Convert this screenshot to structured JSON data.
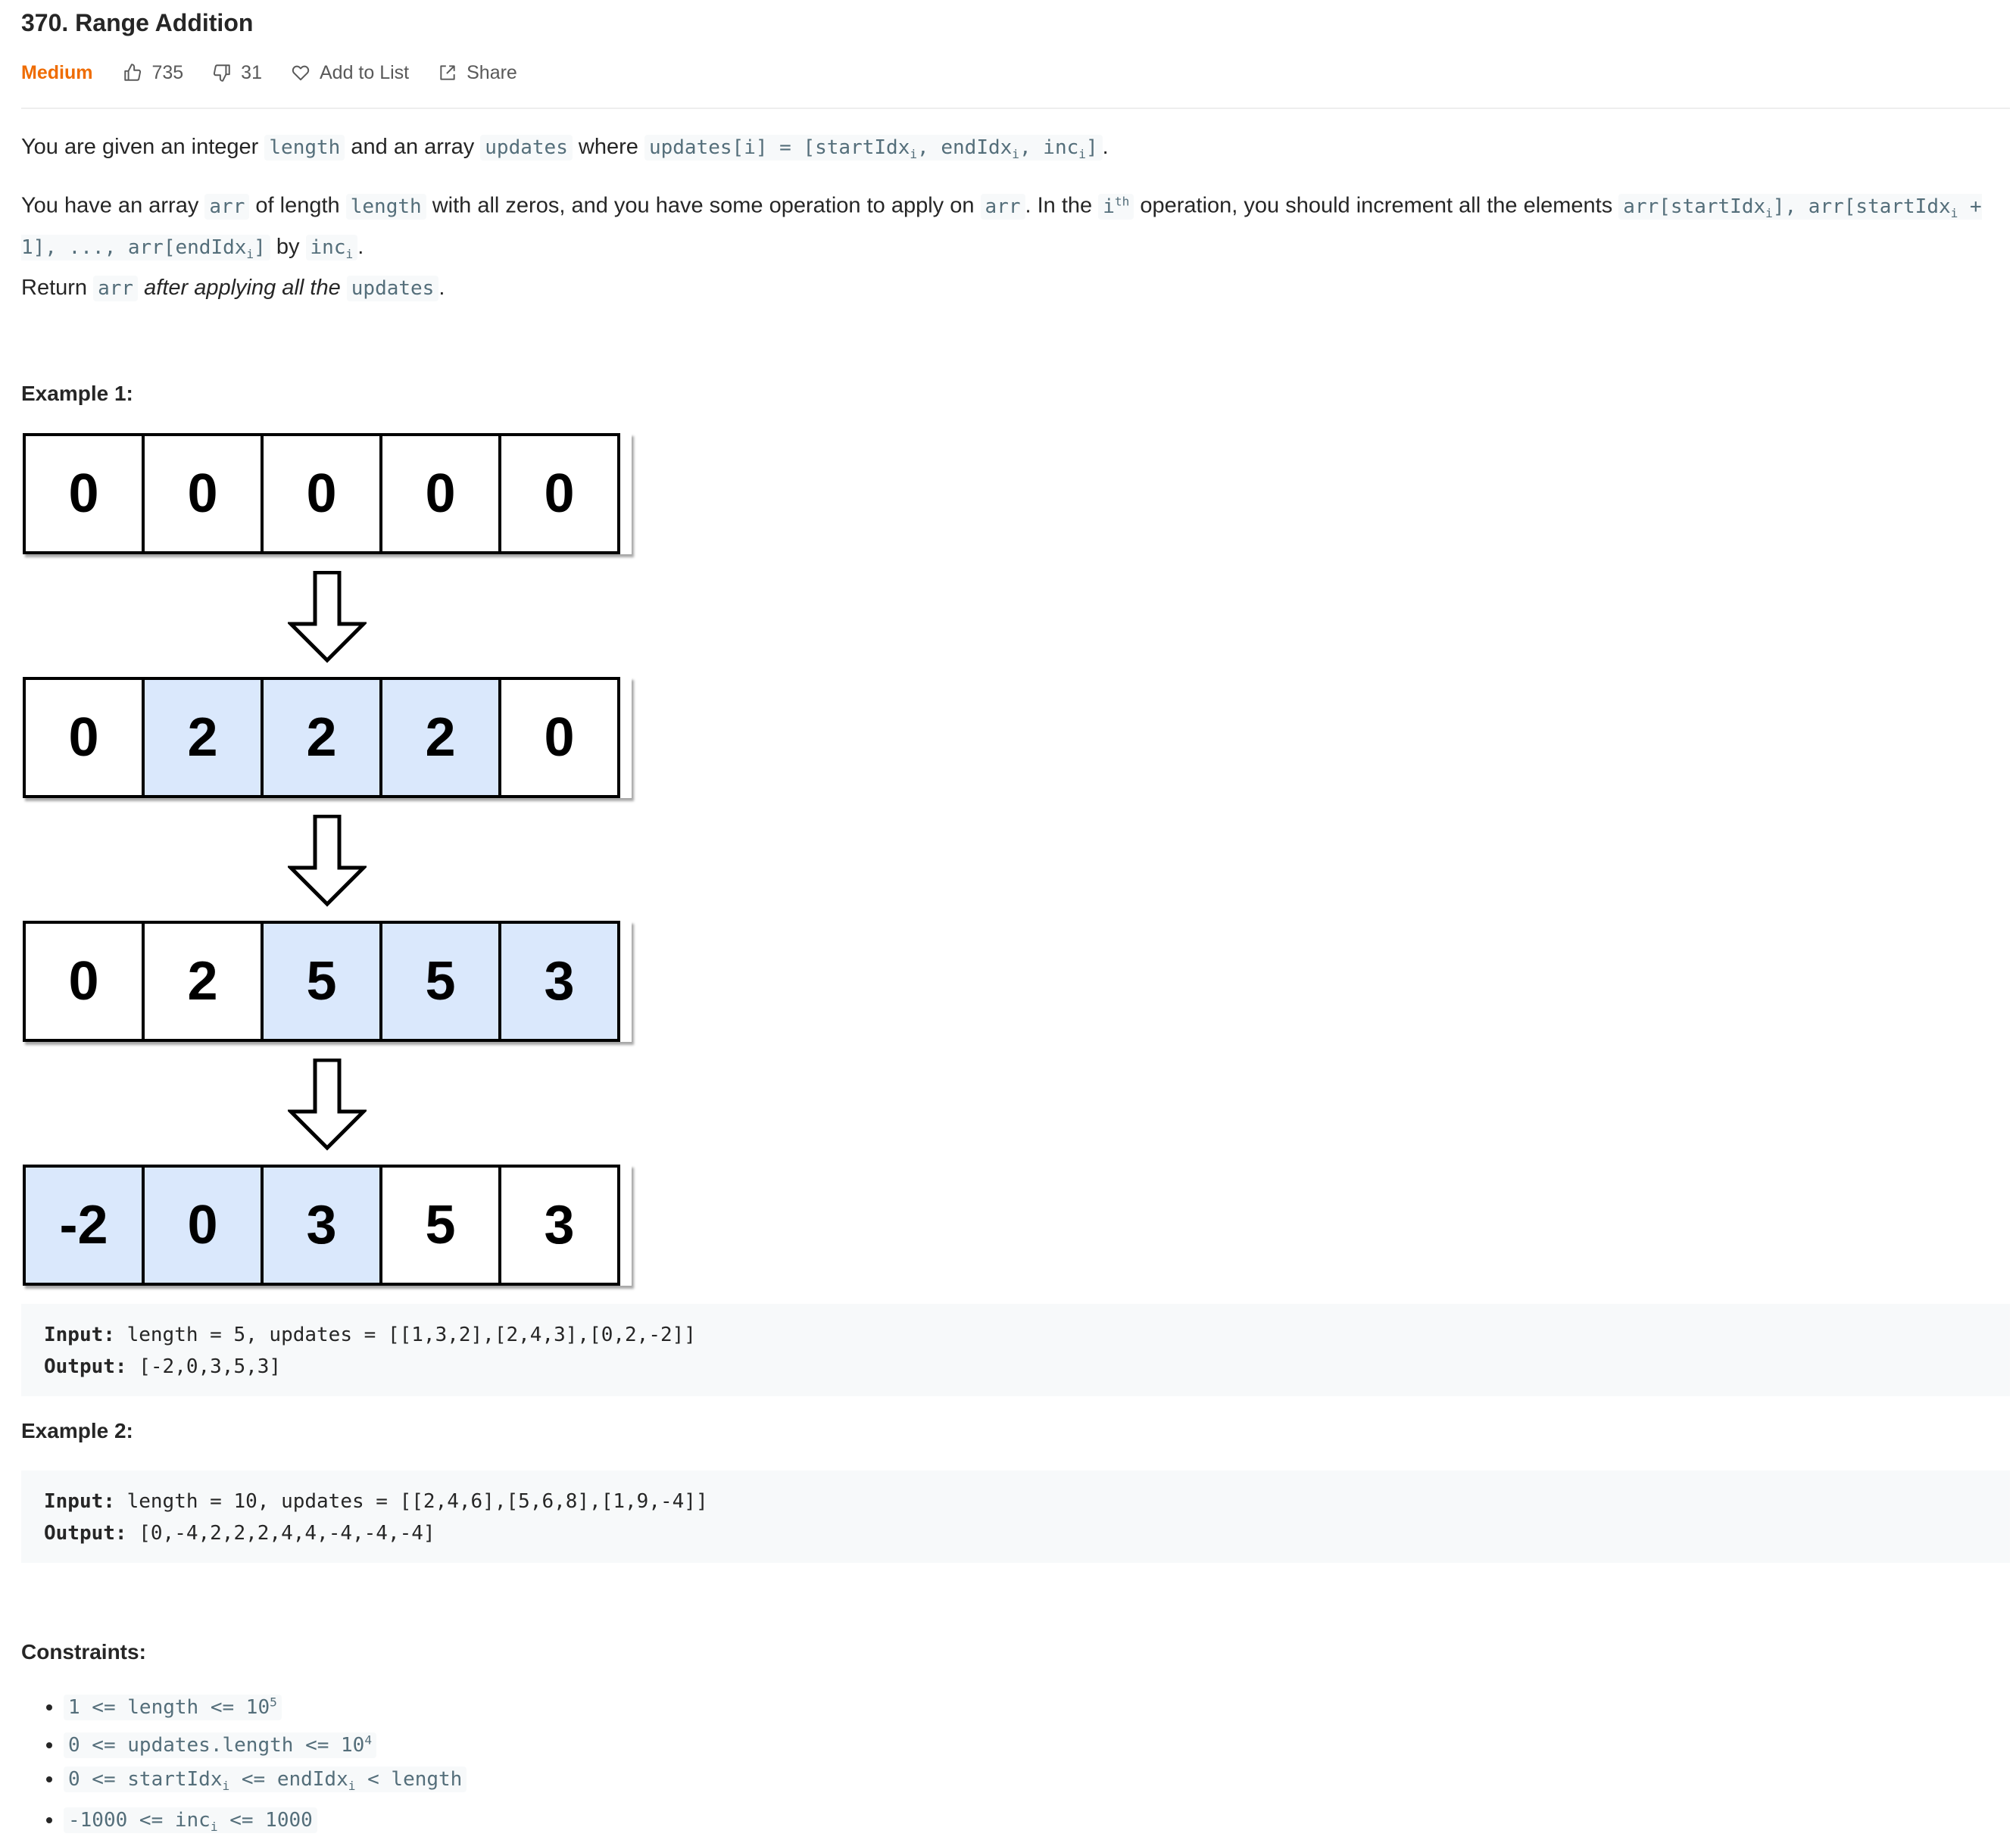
{
  "problem": {
    "title": "370. Range Addition",
    "difficulty": "Medium",
    "likes": "735",
    "dislikes": "31",
    "add_to_list": "Add to List",
    "share": "Share"
  },
  "description": {
    "p1": {
      "t1": "You are given an integer ",
      "c1": "length",
      "t2": " and an array ",
      "c2": "updates",
      "t3": " where ",
      "c3a": "updates[i] = [startIdx",
      "c3b": ", endIdx",
      "c3c": ", inc",
      "c3d": "]",
      "sub": "i",
      "t4": "."
    },
    "p2": {
      "t1": "You have an array ",
      "c1": "arr",
      "t2": " of length ",
      "c2": "length",
      "t3": " with all zeros, and you have some operation to apply on ",
      "c3": "arr",
      "t4": ". In the ",
      "c4": "i",
      "sup": "th",
      "t5": " operation, you should increment all the elements ",
      "c5a": "arr[startIdx",
      "c5b": "], arr[startIdx",
      "c5c": " + 1], ..., arr[endIdx",
      "c5d": "]",
      "t6": " by ",
      "c6": "inc",
      "t7": "."
    },
    "p3": {
      "t1": "Return ",
      "c1": "arr",
      "em": "after applying all the",
      "c2": "updates",
      "t2": "."
    }
  },
  "example1": {
    "heading": "Example 1:",
    "diagram_rows": [
      {
        "cells": [
          "0",
          "0",
          "0",
          "0",
          "0"
        ],
        "highlight": [
          false,
          false,
          false,
          false,
          false
        ]
      },
      {
        "cells": [
          "0",
          "2",
          "2",
          "2",
          "0"
        ],
        "highlight": [
          false,
          true,
          true,
          true,
          false
        ]
      },
      {
        "cells": [
          "0",
          "2",
          "5",
          "5",
          "3"
        ],
        "highlight": [
          false,
          false,
          true,
          true,
          true
        ]
      },
      {
        "cells": [
          "-2",
          "0",
          "3",
          "5",
          "3"
        ],
        "highlight": [
          true,
          true,
          true,
          false,
          false
        ]
      }
    ],
    "highlight_color": "#dae8fc",
    "input_label": "Input:",
    "input": "length = 5, updates = [[1,3,2],[2,4,3],[0,2,-2]]",
    "output_label": "Output:",
    "output": "[-2,0,3,5,3]"
  },
  "example2": {
    "heading": "Example 2:",
    "input_label": "Input:",
    "input": "length = 10, updates = [[2,4,6],[5,6,8],[1,9,-4]]",
    "output_label": "Output:",
    "output": "[0,-4,2,2,2,4,4,-4,-4,-4]"
  },
  "constraints": {
    "heading": "Constraints:",
    "c1": {
      "a": "1 <= length <= 10",
      "sup": "5"
    },
    "c2": {
      "a": "0 <= updates.length <= 10",
      "sup": "4"
    },
    "c3": {
      "a": "0 <= startIdx",
      "sub": "i",
      "b": " <= endIdx",
      "c": " < length"
    },
    "c4": {
      "a": "-1000 <= inc",
      "sub": "i",
      "b": " <= 1000"
    }
  },
  "colors": {
    "difficulty": "#ef6c00",
    "code_text": "#546e7a",
    "code_bg": "#f7f9fa"
  },
  "icons": [
    "thumbs-up-icon",
    "thumbs-down-icon",
    "heart-icon",
    "share-icon",
    "down-arrow-icon"
  ]
}
